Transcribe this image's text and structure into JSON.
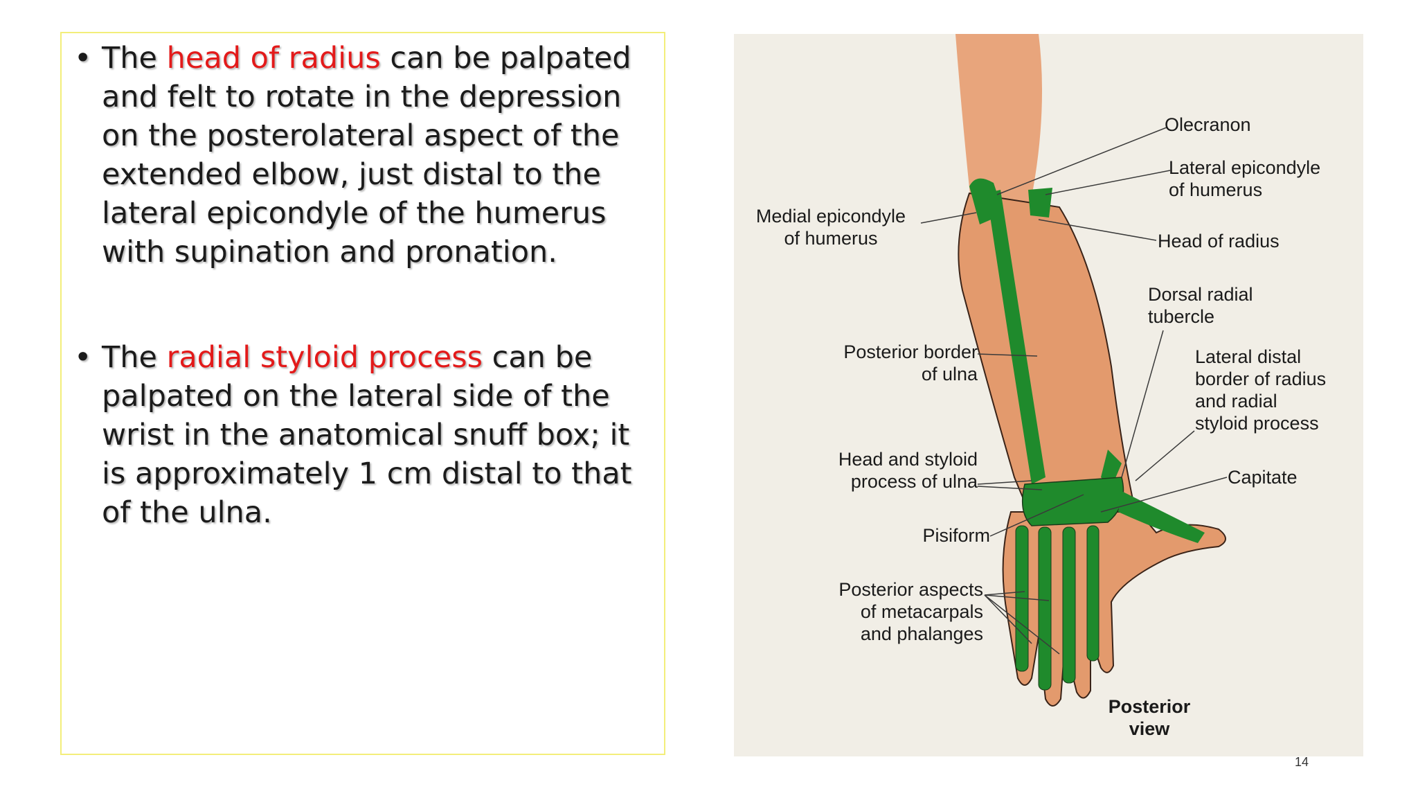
{
  "slide": {
    "page_number": "14"
  },
  "bullets": [
    {
      "mark": "•",
      "before": "The ",
      "highlight": "head of radius",
      "after": " can be palpated and felt to rotate in the depression on the posterolateral aspect of the extended elbow, just distal to the lateral epicondyle of the humerus with supination and pronation."
    },
    {
      "mark": "•",
      "before": "The ",
      "highlight": "radial styloid process",
      "after": " can be palpated on the lateral side of the wrist in the anatomical snuff box; it is approximately 1 cm distal to that of the ulna."
    }
  ],
  "figure": {
    "labels": {
      "olecranon": "Olecranon",
      "lateral_epicondyle": "Lateral epicondyle\nof humerus",
      "medial_epicondyle": "Medial epicondyle\nof humerus",
      "head_of_radius": "Head of radius",
      "dorsal_radial_tubercle": "Dorsal radial\ntubercle",
      "posterior_border_ulna": "Posterior border\nof ulna",
      "lateral_distal_border": "Lateral distal\nborder of radius\nand radial\nstyloid process",
      "head_styloid_ulna": "Head and styloid\nprocess of ulna",
      "capitate": "Capitate",
      "pisiform": "Pisiform",
      "posterior_aspects": "Posterior aspects\nof metacarpals\nand phalanges",
      "view": "Posterior\nview"
    },
    "colors": {
      "skin": "#e39a6d",
      "bone": "#1f8a2c",
      "outline": "#3a2318",
      "highlight": "#e31a1a"
    }
  }
}
